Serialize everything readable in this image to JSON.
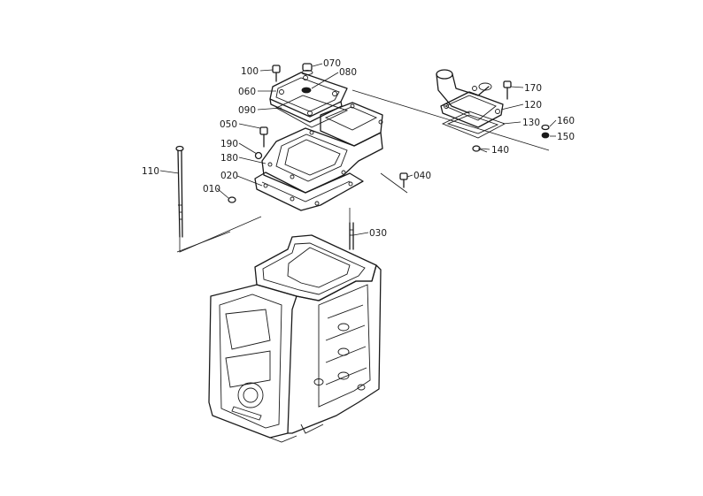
{
  "diagram": {
    "callouts": [
      {
        "id": "c100",
        "label": "100"
      },
      {
        "id": "c070",
        "label": "070"
      },
      {
        "id": "c080",
        "label": "080"
      },
      {
        "id": "c060",
        "label": "060"
      },
      {
        "id": "c090",
        "label": "090"
      },
      {
        "id": "c050",
        "label": "050"
      },
      {
        "id": "c190",
        "label": "190"
      },
      {
        "id": "c180",
        "label": "180"
      },
      {
        "id": "c110",
        "label": "110"
      },
      {
        "id": "c020",
        "label": "020"
      },
      {
        "id": "c010",
        "label": "010"
      },
      {
        "id": "c040",
        "label": "040"
      },
      {
        "id": "c030",
        "label": "030"
      },
      {
        "id": "c170",
        "label": "170"
      },
      {
        "id": "c120",
        "label": "120"
      },
      {
        "id": "c130",
        "label": "130"
      },
      {
        "id": "c160",
        "label": "160"
      },
      {
        "id": "c150",
        "label": "150"
      },
      {
        "id": "c140",
        "label": "140"
      }
    ]
  }
}
